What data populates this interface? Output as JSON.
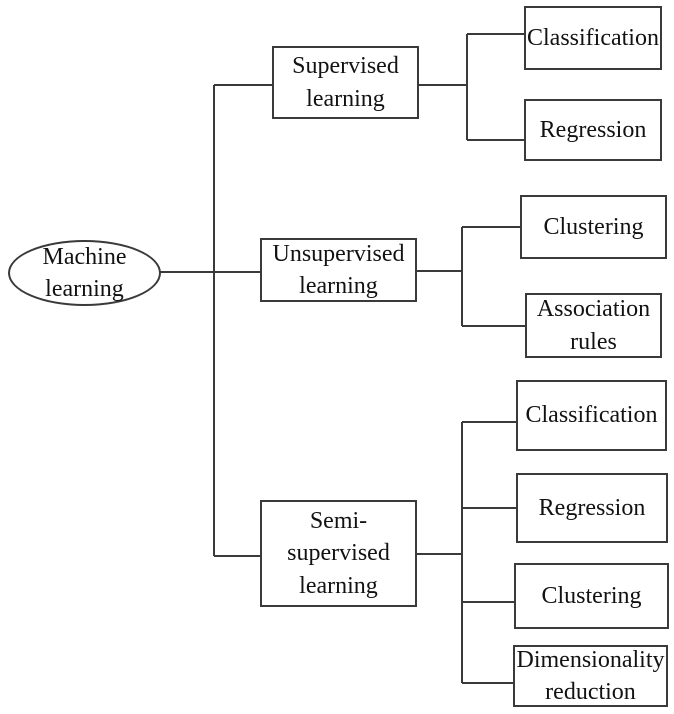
{
  "root": {
    "label": "Machine\nlearning"
  },
  "branches": [
    {
      "label": "Supervised\nlearning",
      "children": [
        {
          "label": "Classification"
        },
        {
          "label": "Regression"
        }
      ]
    },
    {
      "label": "Unsupervised\nlearning",
      "children": [
        {
          "label": "Clustering"
        },
        {
          "label": "Association\nrules"
        }
      ]
    },
    {
      "label": "Semi-\nsupervised\nlearning",
      "children": [
        {
          "label": "Classification"
        },
        {
          "label": "Regression"
        },
        {
          "label": "Clustering"
        },
        {
          "label": "Dimensionality\nreduction"
        }
      ]
    }
  ],
  "colors": {
    "line": "#3a3a3a",
    "text": "#121212",
    "background": "#ffffff"
  }
}
